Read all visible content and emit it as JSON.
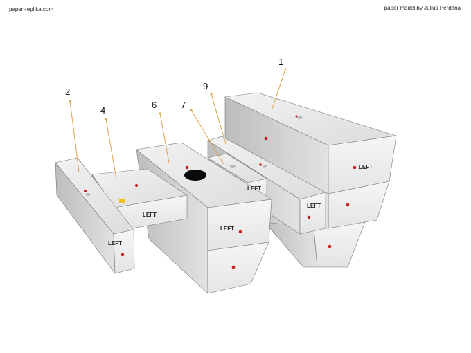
{
  "header": {
    "site": "paper-replika.com",
    "credit": "paper model by Julius Perdana"
  },
  "parts": [
    "1",
    "2",
    "4",
    "6",
    "7",
    "9"
  ],
  "face_label": "LEFT",
  "colors": {
    "top_face": "#e9e9e9",
    "side_face": "#d6d6d6",
    "front_face": "#f1f1f1",
    "leader_line": "#e0a24a",
    "marker_dot": "#c81e1e"
  }
}
